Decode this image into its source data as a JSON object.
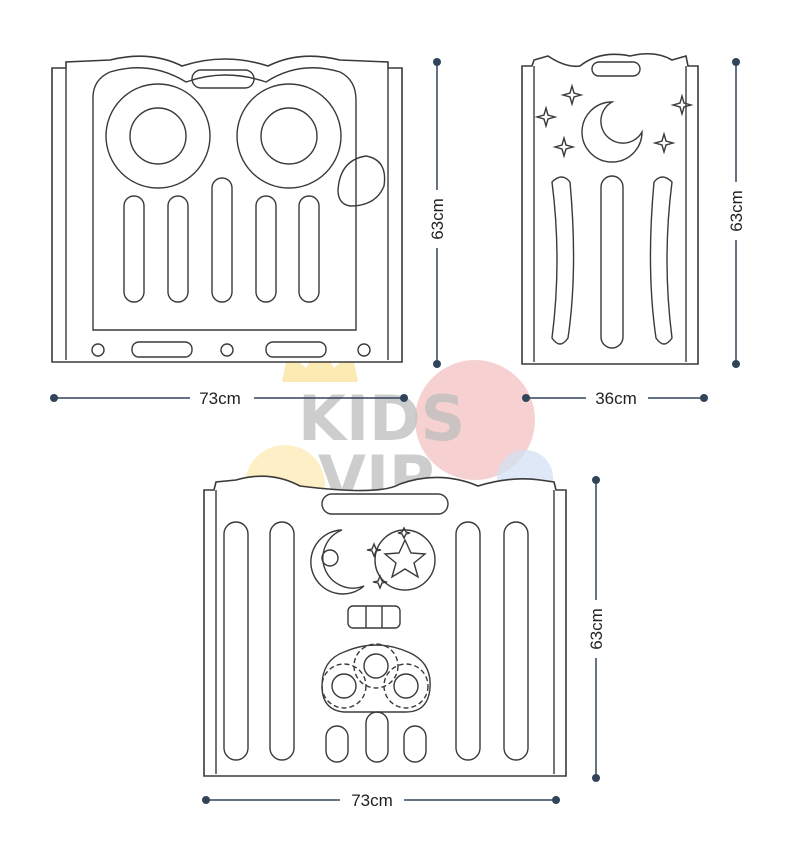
{
  "panels": [
    {
      "id": "owl-panel",
      "width_label": "73cm",
      "height_label": "63cm"
    },
    {
      "id": "moon-panel",
      "width_label": "36cm",
      "height_label": "63cm"
    },
    {
      "id": "toy-panel",
      "width_label": "73cm",
      "height_label": "63cm"
    }
  ],
  "watermark": {
    "line1": "KIDS",
    "line2": "VIP"
  },
  "colors": {
    "outline": "#3a3a3a",
    "dimension": "#30445a",
    "watermark_red": "#f2b3b3",
    "watermark_yellow": "#fbe7a8",
    "watermark_blue": "#c9d8ef"
  },
  "icons": [
    "crown-icon",
    "star-icon",
    "moon-icon",
    "gear-icon"
  ]
}
